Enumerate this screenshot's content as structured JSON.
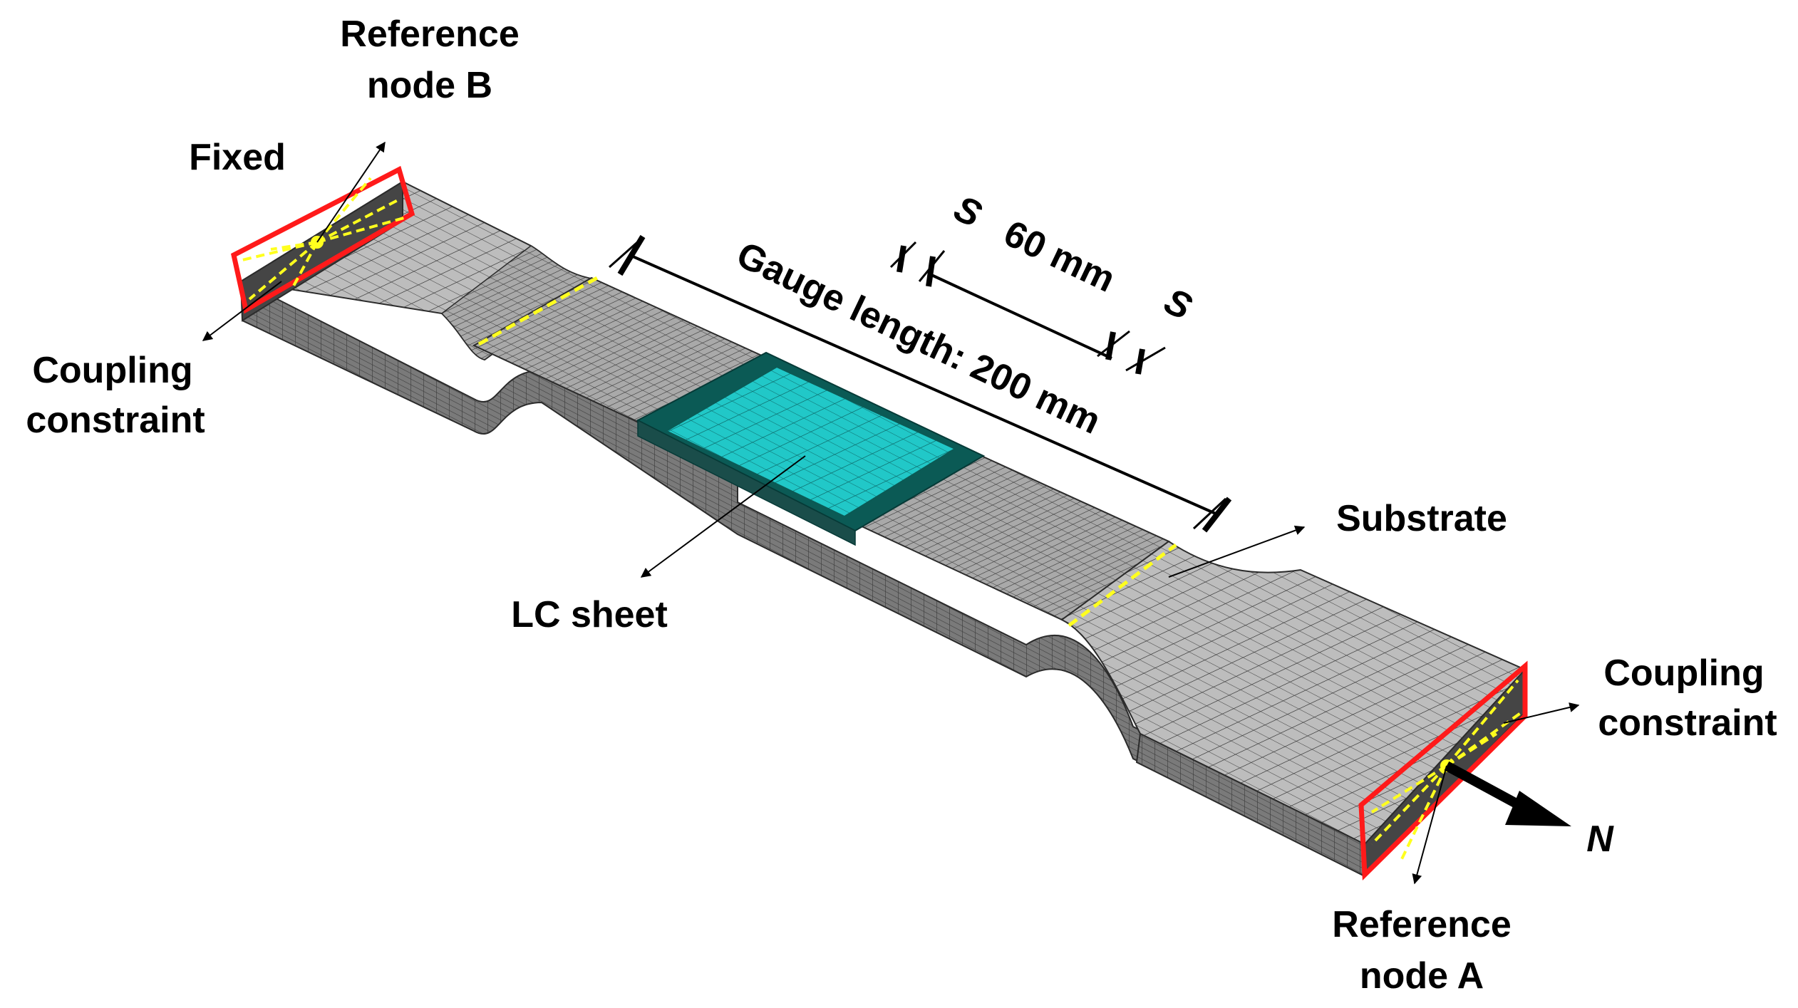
{
  "labels": {
    "reference_node_b": [
      "Reference",
      "node B"
    ],
    "fixed": "Fixed",
    "coupling_constraint_left": [
      "Coupling",
      "constraint"
    ],
    "coupling_constraint_right": [
      "Coupling",
      "constraint"
    ],
    "lc_sheet": "LC sheet",
    "substrate": "Substrate",
    "reference_node_a": [
      "Reference",
      "node A"
    ],
    "load": "N",
    "gauge_length": "Gauge length: 200 mm",
    "sheet_length": "60 mm",
    "gap_left": "S",
    "gap_right": "S"
  },
  "colors": {
    "substrate_top": "#bdbdbd",
    "substrate_side": "#7a7a7a",
    "substrate_end": "#454545",
    "mesh_line": "#3a3a3a",
    "lc_sheet": "#21c8c8",
    "lc_sheet_edge": "#0b5a55",
    "constraint_box": "#ff1a1a",
    "coupling_lines": "#ffff1e"
  }
}
